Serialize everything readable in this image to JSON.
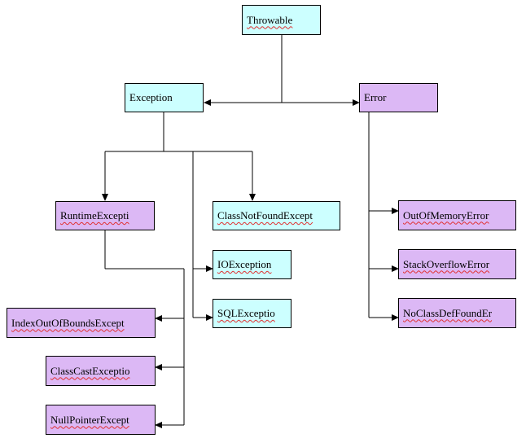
{
  "colors": {
    "cyan_fill": "#ccffff",
    "violet_fill": "#dcb8f5",
    "line": "#000000",
    "spell_underline": "#e03030"
  },
  "nodes": {
    "throwable": "Throwable",
    "exception": "Exception",
    "error": "Error",
    "runtime_exception": "RuntimeExcepti",
    "class_not_found_exception": "ClassNotFoundExcept",
    "io_exception": "IOException",
    "sql_exception": "SQLExceptio",
    "index_out_of_bounds_exception": "IndexOutOfBoundsExcept",
    "class_cast_exception": "ClassCastExceptio",
    "null_pointer_exception": "NullPointerExcept",
    "out_of_memory_error": "OutOfMemoryError",
    "stack_overflow_error": "StackOverflowError",
    "no_class_def_found_error": "NoClassDefFoundEr"
  }
}
